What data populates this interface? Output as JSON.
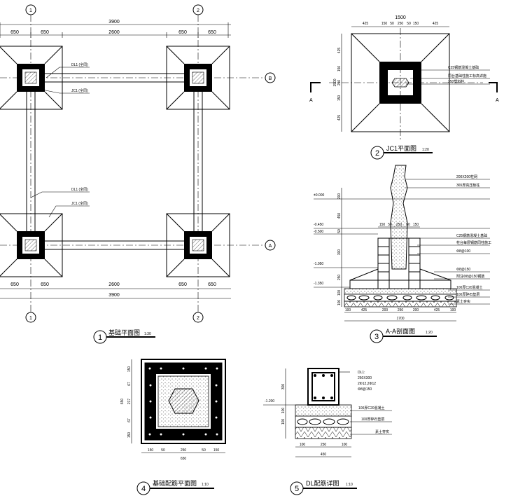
{
  "plan": {
    "axis1": "1",
    "axis2": "2",
    "axisA": "A",
    "axisB": "B",
    "total_top": "3900",
    "dims_top": [
      "650",
      "650",
      "2600",
      "650",
      "650"
    ],
    "total_bottom": "3900",
    "dims_bottom": [
      "650",
      "650",
      "2600",
      "650",
      "650"
    ],
    "label_dl1_top": "DL1 (全同)",
    "label_jc1_top": "JC1 (全同)",
    "label_dl1_mid": "DL1 (全同)",
    "label_jc1_mid": "JC1 (全同)",
    "title_num": "1",
    "title": "基础平面图",
    "scale": "1:30"
  },
  "jc1": {
    "total": "1500",
    "dims_top": [
      "425",
      "150",
      "50",
      "250",
      "50",
      "150",
      "425"
    ],
    "dims_left": [
      "425",
      "150",
      "250",
      "150",
      "425"
    ],
    "dim_left_total": "1500",
    "section_a_left": "A",
    "section_a_right": "A",
    "note1": "C25钢筋混凝土基础",
    "note2": "同台基础柱施工标高详施",
    "note3": "250塑料柱",
    "title_num": "2",
    "title": "JC1平面图",
    "scale": "1:20"
  },
  "section": {
    "lvl_0": "±0.000",
    "lvl_045": "-0.450",
    "lvl_050": "-0.500",
    "lvl_105": "-1.050",
    "lvl_135": "-1.350",
    "dims_left": [
      "200",
      "450",
      "50",
      "300",
      "250",
      "100",
      "100"
    ],
    "dims_top": [
      "150",
      "50",
      "250",
      "50",
      "150"
    ],
    "note1": "200X200柱网",
    "note2": "365厚高压板柱",
    "note3": "C25钢筋混凝土基础",
    "note4": "柱台每层钢筋同柱施工",
    "note5": "Φ8@100",
    "note6": "Φ8@150",
    "note7": "附注Φ8@150钢筋",
    "note8": "100厚C20混凝土",
    "note9": "100厚碎石垫层",
    "note10": "素土夯实",
    "dims_bottom": [
      "100",
      "425",
      "200",
      "250",
      "200",
      "425",
      "100"
    ],
    "total_bottom": "1700",
    "title_num": "3",
    "title": "A-A剖面图",
    "scale": "1:20"
  },
  "rebar": {
    "dims_left": [
      "150",
      "67",
      "217",
      "67",
      "150"
    ],
    "dim_left_total": "650",
    "dims_bottom": [
      "150",
      "50",
      "250",
      "50",
      "150"
    ],
    "total_bottom": "650",
    "title_num": "4",
    "title": "基础配筋平面图",
    "scale": "1:10"
  },
  "dl": {
    "note_title": "DL1:",
    "note_size": "250X300",
    "note_top": "2Φ12,2Φ12",
    "note_stir": "Φ8@150",
    "lvl": "-1.200",
    "dim_300": "300",
    "dim_100a": "100",
    "dim_100b": "100",
    "note_c20": "100厚C20混凝土",
    "note_gravel": "100厚碎石垫层",
    "note_soil": "素土夯实",
    "dims_bottom": [
      "100",
      "250",
      "100"
    ],
    "total_bottom": "450",
    "title_num": "5",
    "title": "DL配筋详图",
    "scale": "1:10"
  }
}
